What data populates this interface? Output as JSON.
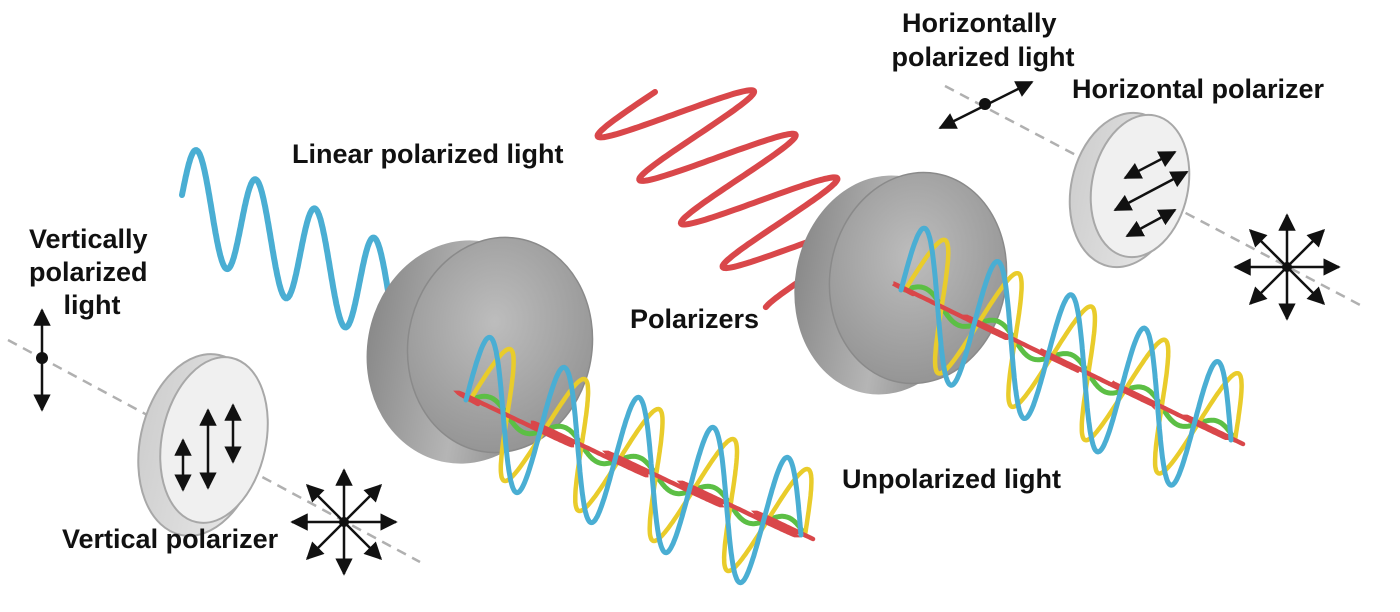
{
  "labels": {
    "horizontally_polarized": [
      "Horizontally",
      "polarized light"
    ],
    "horizontal_polarizer": "Horizontal polarizer",
    "linear_polarized": "Linear polarized light",
    "vertically_polarized": [
      "Vertically",
      "polarized",
      "light"
    ],
    "polarizers": "Polarizers",
    "unpolarized": "Unpolarized light",
    "vertical_polarizer": "Vertical polarizer"
  },
  "colors": {
    "blue_wave": "#4aaed3",
    "red_wave": "#d9474a",
    "yellow_wave": "#e9cc2b",
    "green_wave": "#5cbf45",
    "disk_gray": "#9b9b9b",
    "small_polarizer": "#eeeeee",
    "beam_axis": "#b0b0b0"
  }
}
